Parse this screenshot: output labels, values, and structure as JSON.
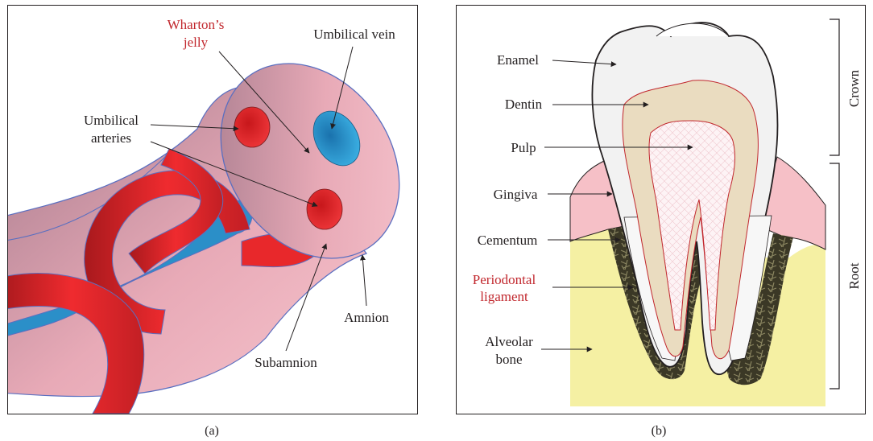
{
  "panel_a": {
    "caption": "(a)",
    "labels": {
      "whartons_jelly_line1": "Wharton’s",
      "whartons_jelly_line2": "jelly",
      "umbilical_vein": "Umbilical vein",
      "umbilical_arteries_line1": "Umbilical",
      "umbilical_arteries_line2": "arteries",
      "amnion": "Amnion",
      "subamnion": "Subamnion"
    },
    "colors": {
      "jelly": "#f2b6c1",
      "artery": "#e8282b",
      "vein": "#2b9fd6",
      "outline": "#5b6fc0"
    }
  },
  "panel_b": {
    "caption": "(b)",
    "labels": {
      "enamel": "Enamel",
      "dentin": "Dentin",
      "pulp": "Pulp",
      "gingiva": "Gingiva",
      "cementum": "Cementum",
      "periodontal_line1": "Periodontal",
      "periodontal_line2": "ligament",
      "alveolar_line1": "Alveolar",
      "alveolar_line2": "bone",
      "crown": "Crown",
      "root": "Root"
    },
    "colors": {
      "bone": "#f5f0a3",
      "gingiva": "#f6c0c7",
      "dentin": "#eadcc0",
      "enamel": "#f2f2f2",
      "pulp": "#fbeef0",
      "ligament": "#3d3a28",
      "accent_red": "#c1272d"
    }
  }
}
